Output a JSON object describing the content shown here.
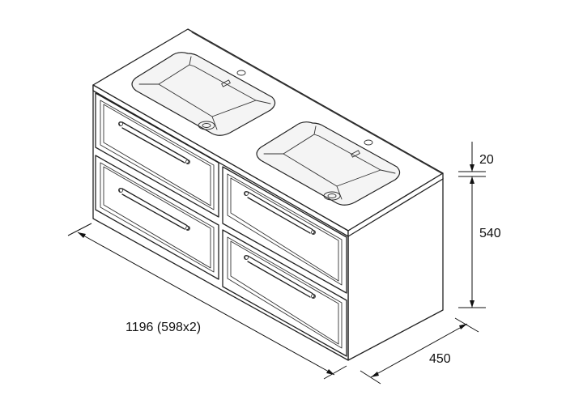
{
  "dimensions": {
    "width_label": "1196 (598x2)",
    "depth_label": "450",
    "top_thickness_label": "20",
    "cabinet_height_label": "540"
  },
  "colors": {
    "line": "#222222",
    "background": "#ffffff",
    "basin_fill": "#f4f4f4"
  }
}
